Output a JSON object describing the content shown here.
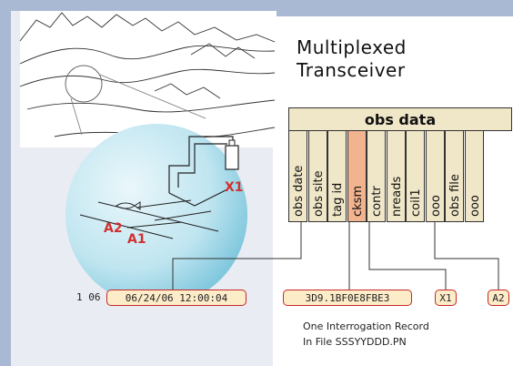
{
  "title_line1": "Multiplexed",
  "title_line2": "Transceiver",
  "table_title": "obs data",
  "columns": [
    {
      "label": "obs date",
      "highlight": false
    },
    {
      "label": "obs site",
      "highlight": false
    },
    {
      "label": "tag id",
      "highlight": false
    },
    {
      "label": "cksm",
      "highlight": true
    },
    {
      "label": "contr",
      "highlight": false
    },
    {
      "label": "nreads",
      "highlight": false
    },
    {
      "label": "coil1",
      "highlight": false
    },
    {
      "label": "ooo",
      "highlight": false
    },
    {
      "label": "obs file",
      "highlight": false
    },
    {
      "label": "ooo",
      "highlight": false
    }
  ],
  "record": {
    "prefix": "1 06",
    "datetime": "06/24/06 12:00:04",
    "tag_code": "3D9.1BF0E8FBE3",
    "coil": "X1",
    "site": "A2"
  },
  "labels": {
    "x1": "X1",
    "a2": "A2",
    "a1": "A1"
  },
  "caption_line1": "One Interrogation Record",
  "caption_line2": "In File SSSYYDDD.PN",
  "colors": {
    "frame": "#a9b9d4",
    "circle_light": "#e6f6fb",
    "circle_dark": "#7ec6dc",
    "table_fill": "#f0e6c8",
    "highlight": "#f2b48f",
    "red": "#d32f2f"
  }
}
